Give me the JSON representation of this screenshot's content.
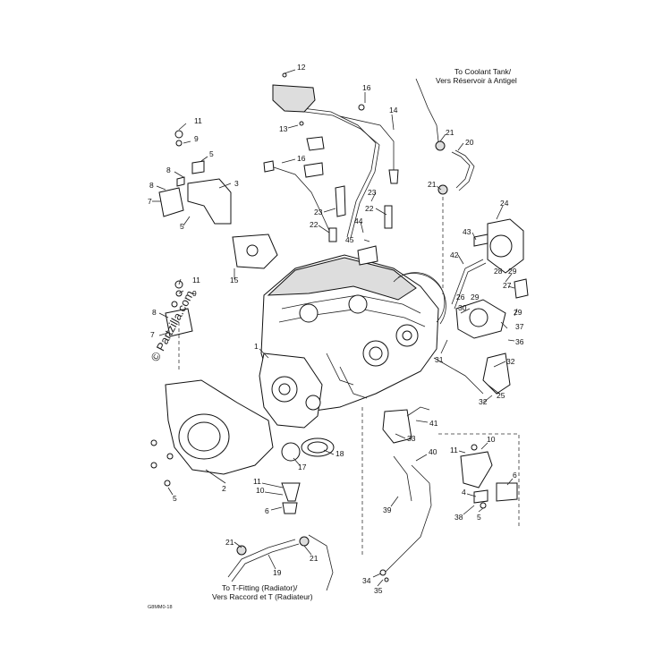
{
  "diagram": {
    "watermark": "© Partzilla.com",
    "reference_code": "G8MM0-18",
    "notes": {
      "coolant_tank": [
        "To Coolant Tank/",
        "Vers Réservoir à Antigel"
      ],
      "t_fitting": [
        "To T-Fitting (Radiator)/",
        "Vers Raccord et T (Radiateur)"
      ]
    },
    "callouts": [
      {
        "id": "c12",
        "text": "12"
      },
      {
        "id": "c16a",
        "text": "16"
      },
      {
        "id": "c14",
        "text": "14"
      },
      {
        "id": "c13",
        "text": "13"
      },
      {
        "id": "c11a",
        "text": "11"
      },
      {
        "id": "c9a",
        "text": "9"
      },
      {
        "id": "c5a",
        "text": "5"
      },
      {
        "id": "c16b",
        "text": "16"
      },
      {
        "id": "c8a",
        "text": "8"
      },
      {
        "id": "c3",
        "text": "3"
      },
      {
        "id": "c8b",
        "text": "8"
      },
      {
        "id": "c7a",
        "text": "7"
      },
      {
        "id": "c5b",
        "text": "5"
      },
      {
        "id": "c21a",
        "text": "21"
      },
      {
        "id": "c20",
        "text": "20"
      },
      {
        "id": "c21b",
        "text": "21"
      },
      {
        "id": "c23a",
        "text": "23"
      },
      {
        "id": "c22a",
        "text": "22"
      },
      {
        "id": "c23b",
        "text": "23"
      },
      {
        "id": "c22b",
        "text": "22"
      },
      {
        "id": "c44",
        "text": "44"
      },
      {
        "id": "c45",
        "text": "45"
      },
      {
        "id": "c24",
        "text": "24"
      },
      {
        "id": "c43",
        "text": "43"
      },
      {
        "id": "c42",
        "text": "42"
      },
      {
        "id": "c28",
        "text": "28"
      },
      {
        "id": "c29a",
        "text": "29"
      },
      {
        "id": "c27",
        "text": "27"
      },
      {
        "id": "c26",
        "text": "26"
      },
      {
        "id": "c29b",
        "text": "29"
      },
      {
        "id": "c30",
        "text": "30"
      },
      {
        "id": "c29c",
        "text": "29"
      },
      {
        "id": "c37",
        "text": "37"
      },
      {
        "id": "c36",
        "text": "36"
      },
      {
        "id": "c31",
        "text": "31"
      },
      {
        "id": "c32a",
        "text": "32"
      },
      {
        "id": "c25",
        "text": "25"
      },
      {
        "id": "c32b",
        "text": "32"
      },
      {
        "id": "c15",
        "text": "15"
      },
      {
        "id": "c11b",
        "text": "11"
      },
      {
        "id": "c9b",
        "text": "9"
      },
      {
        "id": "c8c",
        "text": "8"
      },
      {
        "id": "c7b",
        "text": "7"
      },
      {
        "id": "c1",
        "text": "1"
      },
      {
        "id": "c41",
        "text": "41"
      },
      {
        "id": "c33",
        "text": "33"
      },
      {
        "id": "c18",
        "text": "18"
      },
      {
        "id": "c17",
        "text": "17"
      },
      {
        "id": "c40",
        "text": "40"
      },
      {
        "id": "c11c",
        "text": "11"
      },
      {
        "id": "c10a",
        "text": "10"
      },
      {
        "id": "c11d",
        "text": "11"
      },
      {
        "id": "c10b",
        "text": "10"
      },
      {
        "id": "c6a",
        "text": "6"
      },
      {
        "id": "c2",
        "text": "2"
      },
      {
        "id": "c5c",
        "text": "5"
      },
      {
        "id": "c4",
        "text": "4"
      },
      {
        "id": "c6b",
        "text": "6"
      },
      {
        "id": "c38",
        "text": "38"
      },
      {
        "id": "c5d",
        "text": "5"
      },
      {
        "id": "c39",
        "text": "39"
      },
      {
        "id": "c21c",
        "text": "21"
      },
      {
        "id": "c21d",
        "text": "21"
      },
      {
        "id": "c19",
        "text": "19"
      },
      {
        "id": "c34",
        "text": "34"
      },
      {
        "id": "c35",
        "text": "35"
      }
    ]
  }
}
